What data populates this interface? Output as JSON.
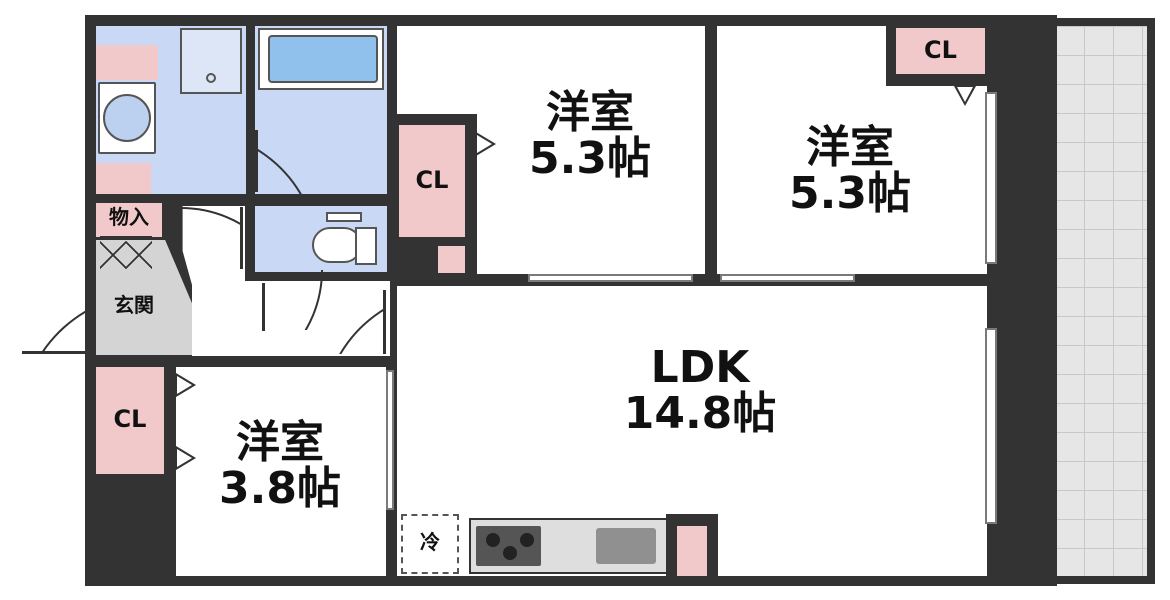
{
  "rooms": {
    "western_a": {
      "name": "洋室",
      "size": "5.3帖"
    },
    "western_b": {
      "name": "洋室",
      "size": "5.3帖"
    },
    "western_c": {
      "name": "洋室",
      "size": "3.8帖"
    },
    "ldk": {
      "name": "LDK",
      "size": "14.8帖"
    }
  },
  "closets": {
    "cl_top_right": "CL",
    "cl_center": "CL",
    "cl_left": "CL"
  },
  "storage": "物入",
  "entrance": "玄関",
  "fridge": "冷",
  "colors": {
    "wall": "#333333",
    "closet": "#f2c9cb",
    "wet_area": "#c9d8f5",
    "entrance": "#d4d4d4",
    "balcony": "#e6e6e6"
  }
}
